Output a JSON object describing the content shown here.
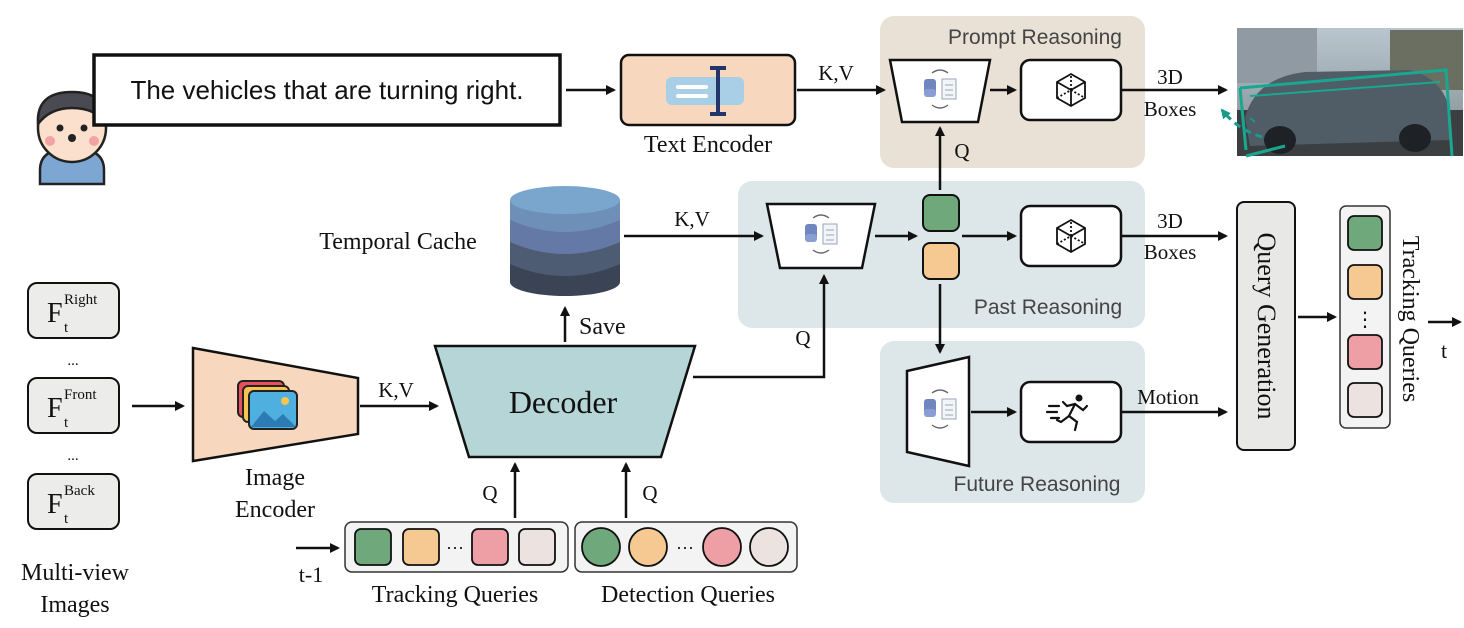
{
  "prompt": {
    "text": "The vehicles that are turning right."
  },
  "text_encoder": {
    "label": "Text Encoder"
  },
  "temporal_cache": {
    "label": "Temporal Cache",
    "save_label": "Save"
  },
  "image_encoder": {
    "label_line1": "Image",
    "label_line2": "Encoder"
  },
  "decoder": {
    "label": "Decoder"
  },
  "views": {
    "base": "F",
    "subscript": "t",
    "items": [
      "Right",
      "Front",
      "Back"
    ],
    "ellipsis": "...",
    "caption_line1": "Multi-view",
    "caption_line2": "Images"
  },
  "queries": {
    "tracking_label": "Tracking Queries",
    "detection_label": "Detection Queries",
    "prev_frame": "t-1",
    "ellipsis": "···"
  },
  "reasoning": {
    "prompt": "Prompt Reasoning",
    "past": "Past Reasoning",
    "future": "Future Reasoning"
  },
  "edge_labels": {
    "kv": "K,V",
    "q": "Q",
    "boxes_line1": "3D",
    "boxes_line2": "Boxes",
    "motion": "Motion"
  },
  "query_generation": {
    "label": "Query Generation"
  },
  "output": {
    "tracking_label": "Tracking Queries",
    "time_label": "t",
    "ellipsis": "⋮"
  },
  "colors": {
    "green": "#6fa87a",
    "orange": "#f6c993",
    "pink": "#ee9ea5",
    "light": "#ece3e1",
    "peach_panel": "#f8d7bf",
    "decoder_teal": "#b5d5d6",
    "prompt_bg": "#e9e1d6",
    "past_bg": "#dde7e9",
    "future_bg": "#dde7e9",
    "query_gen_bg": "#e8e8e6",
    "arrow": "#111111"
  }
}
